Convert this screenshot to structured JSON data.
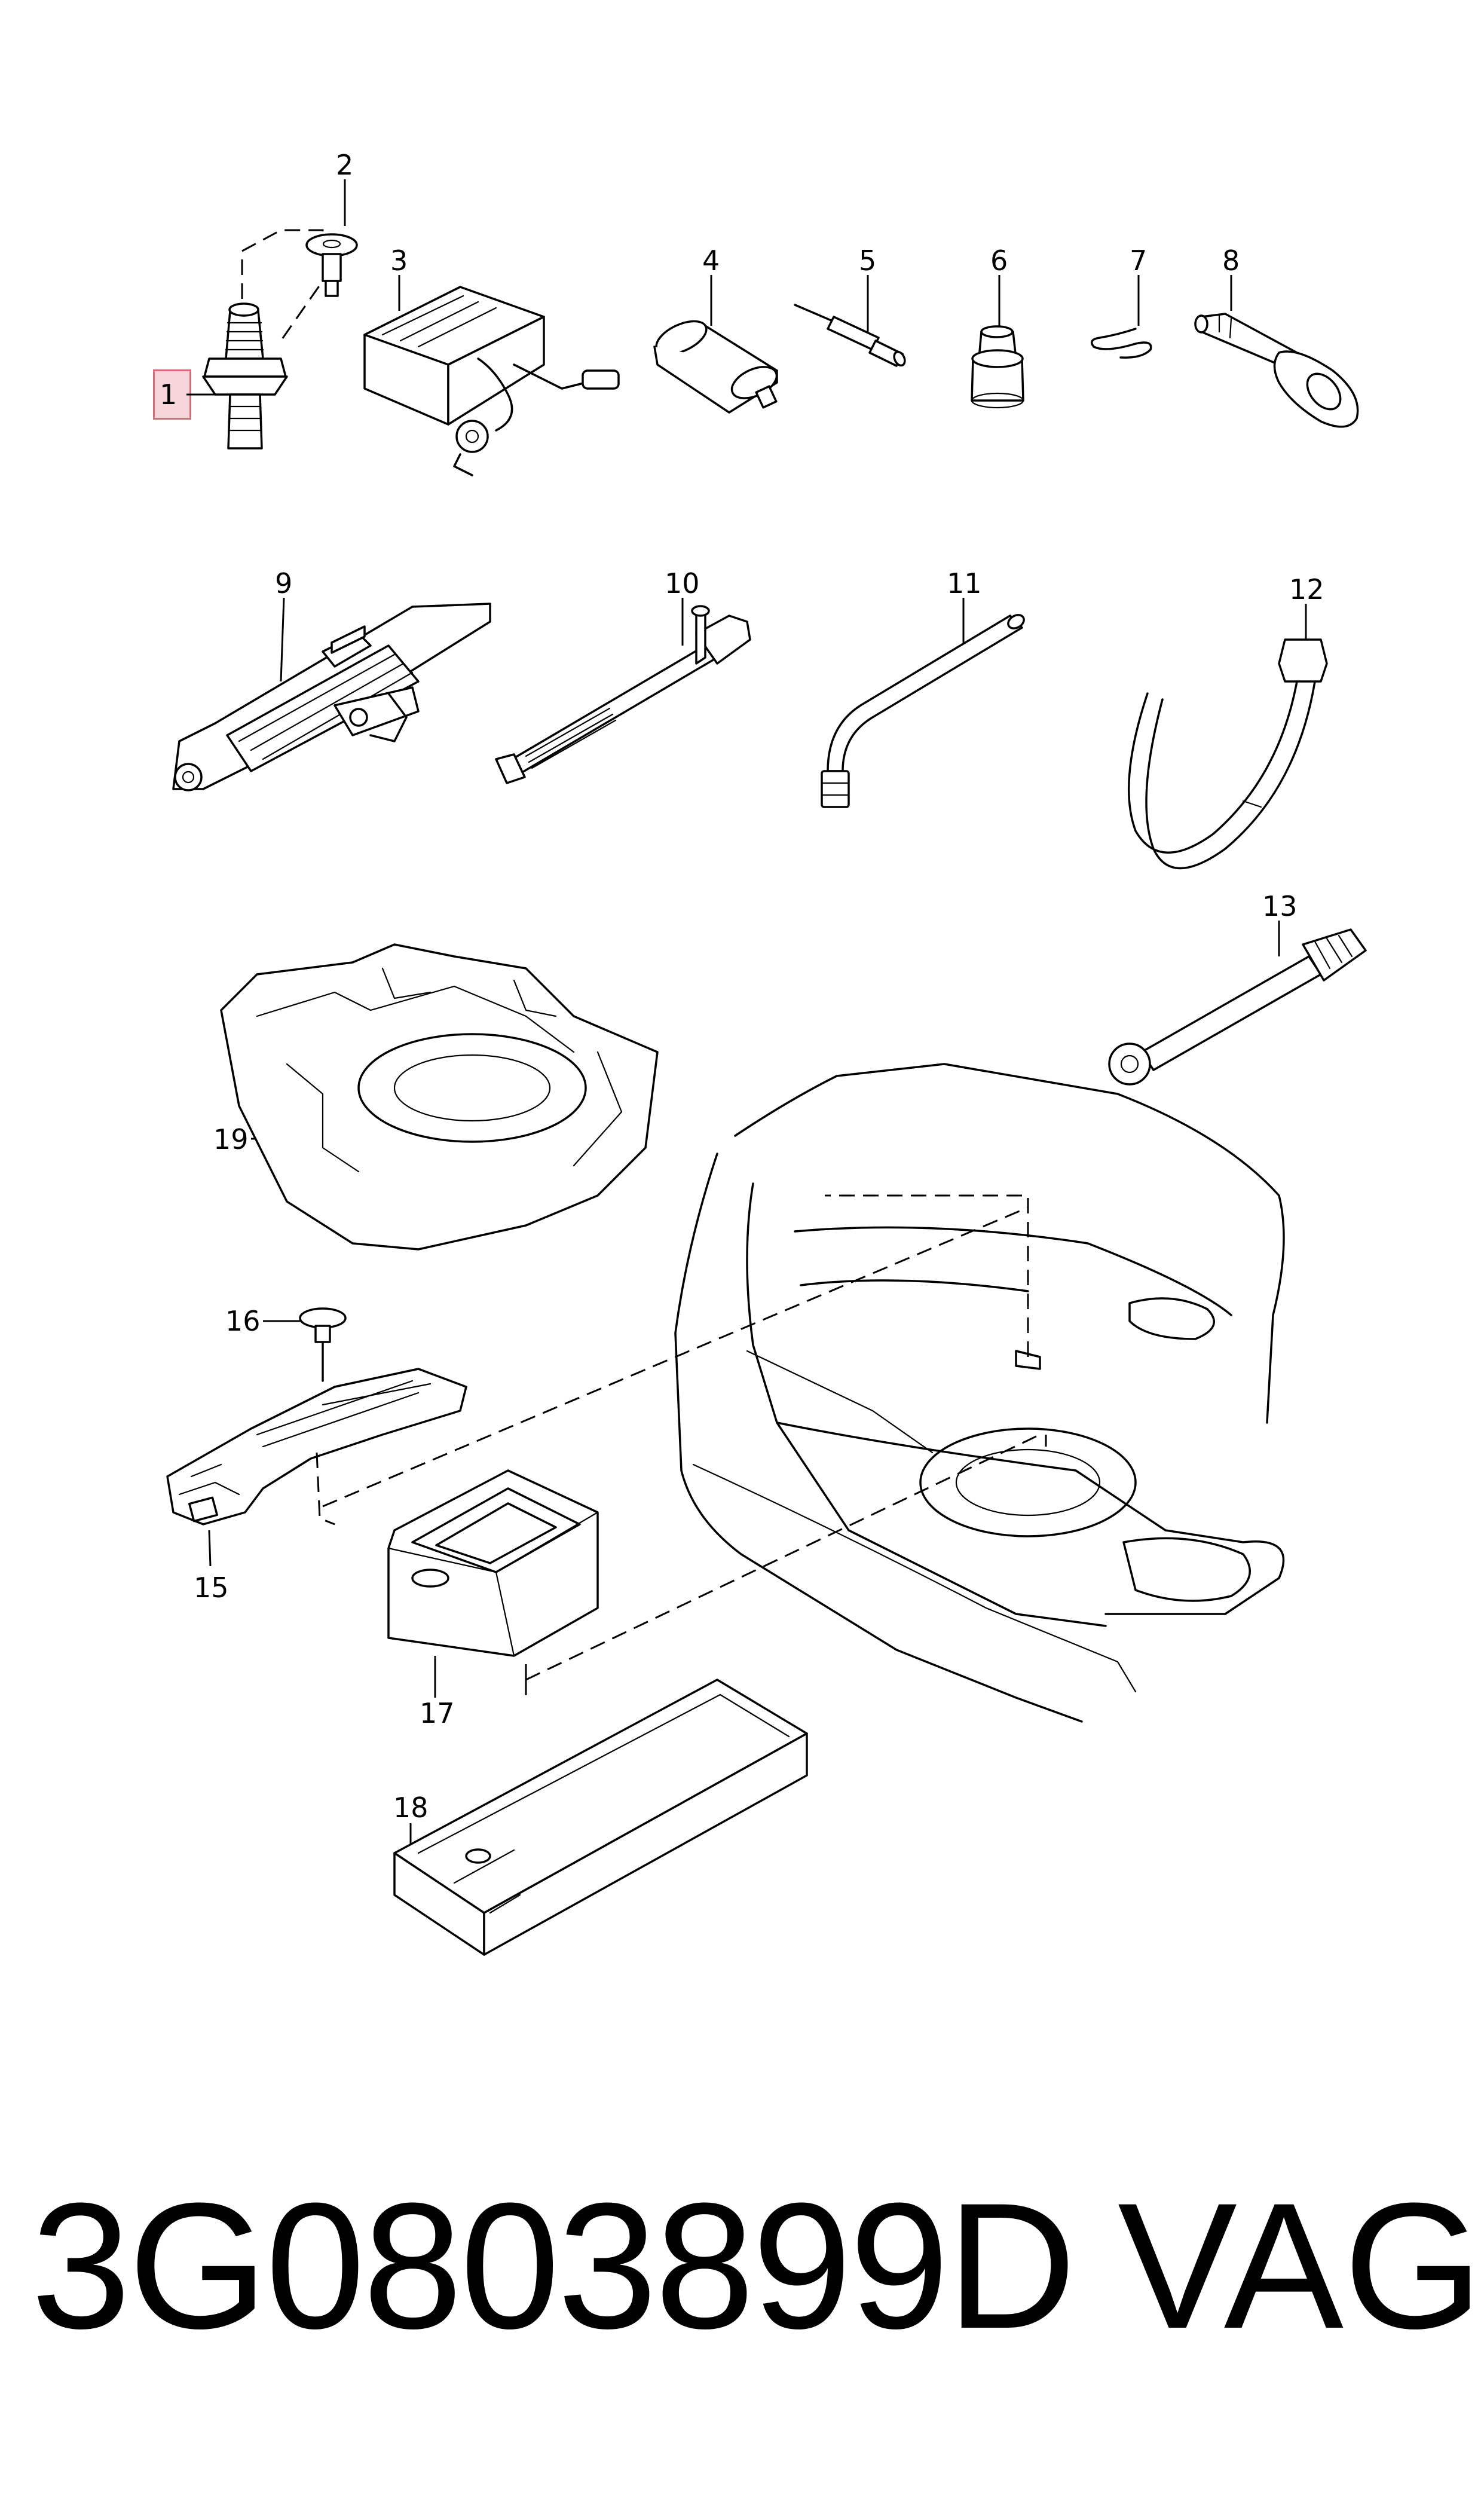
{
  "callouts": [
    {
      "id": "1",
      "label": "1"
    },
    {
      "id": "2",
      "label": "2"
    },
    {
      "id": "3",
      "label": "3"
    },
    {
      "id": "4",
      "label": "4"
    },
    {
      "id": "5",
      "label": "5"
    },
    {
      "id": "6",
      "label": "6"
    },
    {
      "id": "7",
      "label": "7"
    },
    {
      "id": "8",
      "label": "8"
    },
    {
      "id": "9",
      "label": "9"
    },
    {
      "id": "10",
      "label": "10"
    },
    {
      "id": "11",
      "label": "11"
    },
    {
      "id": "12",
      "label": "12"
    },
    {
      "id": "13",
      "label": "13"
    },
    {
      "id": "15",
      "label": "15"
    },
    {
      "id": "16",
      "label": "16"
    },
    {
      "id": "17",
      "label": "17"
    },
    {
      "id": "18",
      "label": "18"
    },
    {
      "id": "19",
      "label": "19"
    }
  ],
  "highlighted_callout": "1",
  "highlight_color": "#f6d6da",
  "highlight_border_color": "#d46b7a",
  "part_number": "3G0803899D",
  "brand": "VAG"
}
